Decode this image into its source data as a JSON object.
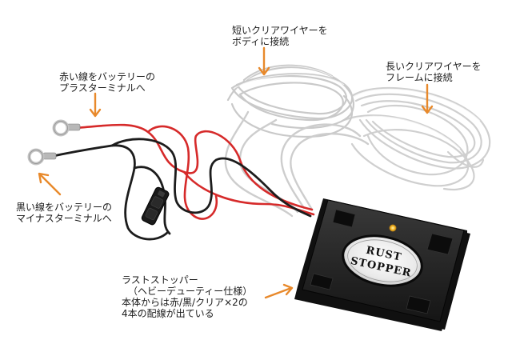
{
  "annotations": {
    "red_wire": [
      "赤い線をバッテリーの",
      "プラスターミナルへ"
    ],
    "black_wire": [
      "黒い線をバッテリーの",
      "マイナスターミナルへ"
    ],
    "short_clear_wire": [
      "短いクリアワイヤーを",
      "ボディに接続"
    ],
    "long_clear_wire": [
      "長いクリアワイヤーを",
      "フレームに接続"
    ],
    "unit": [
      "ラストストッパー",
      "（ヘビーデューティー仕様）",
      "本体からは赤/黒/クリア×2の",
      "4本の配線が出ている"
    ]
  },
  "device": {
    "logo": [
      "RUST",
      "STOPPER"
    ],
    "indicator": "amber-led"
  },
  "colors": {
    "arrow": "#e8892b",
    "red_wire": "#d62a2a",
    "black_wire": "#1c1c1c",
    "clear_wire": "#c8c8c8",
    "device_body": "#1f1f1f"
  },
  "icons": [
    "terminal-ring-icon",
    "arrow-down-icon",
    "arrow-left-icon",
    "arrow-right-icon"
  ]
}
